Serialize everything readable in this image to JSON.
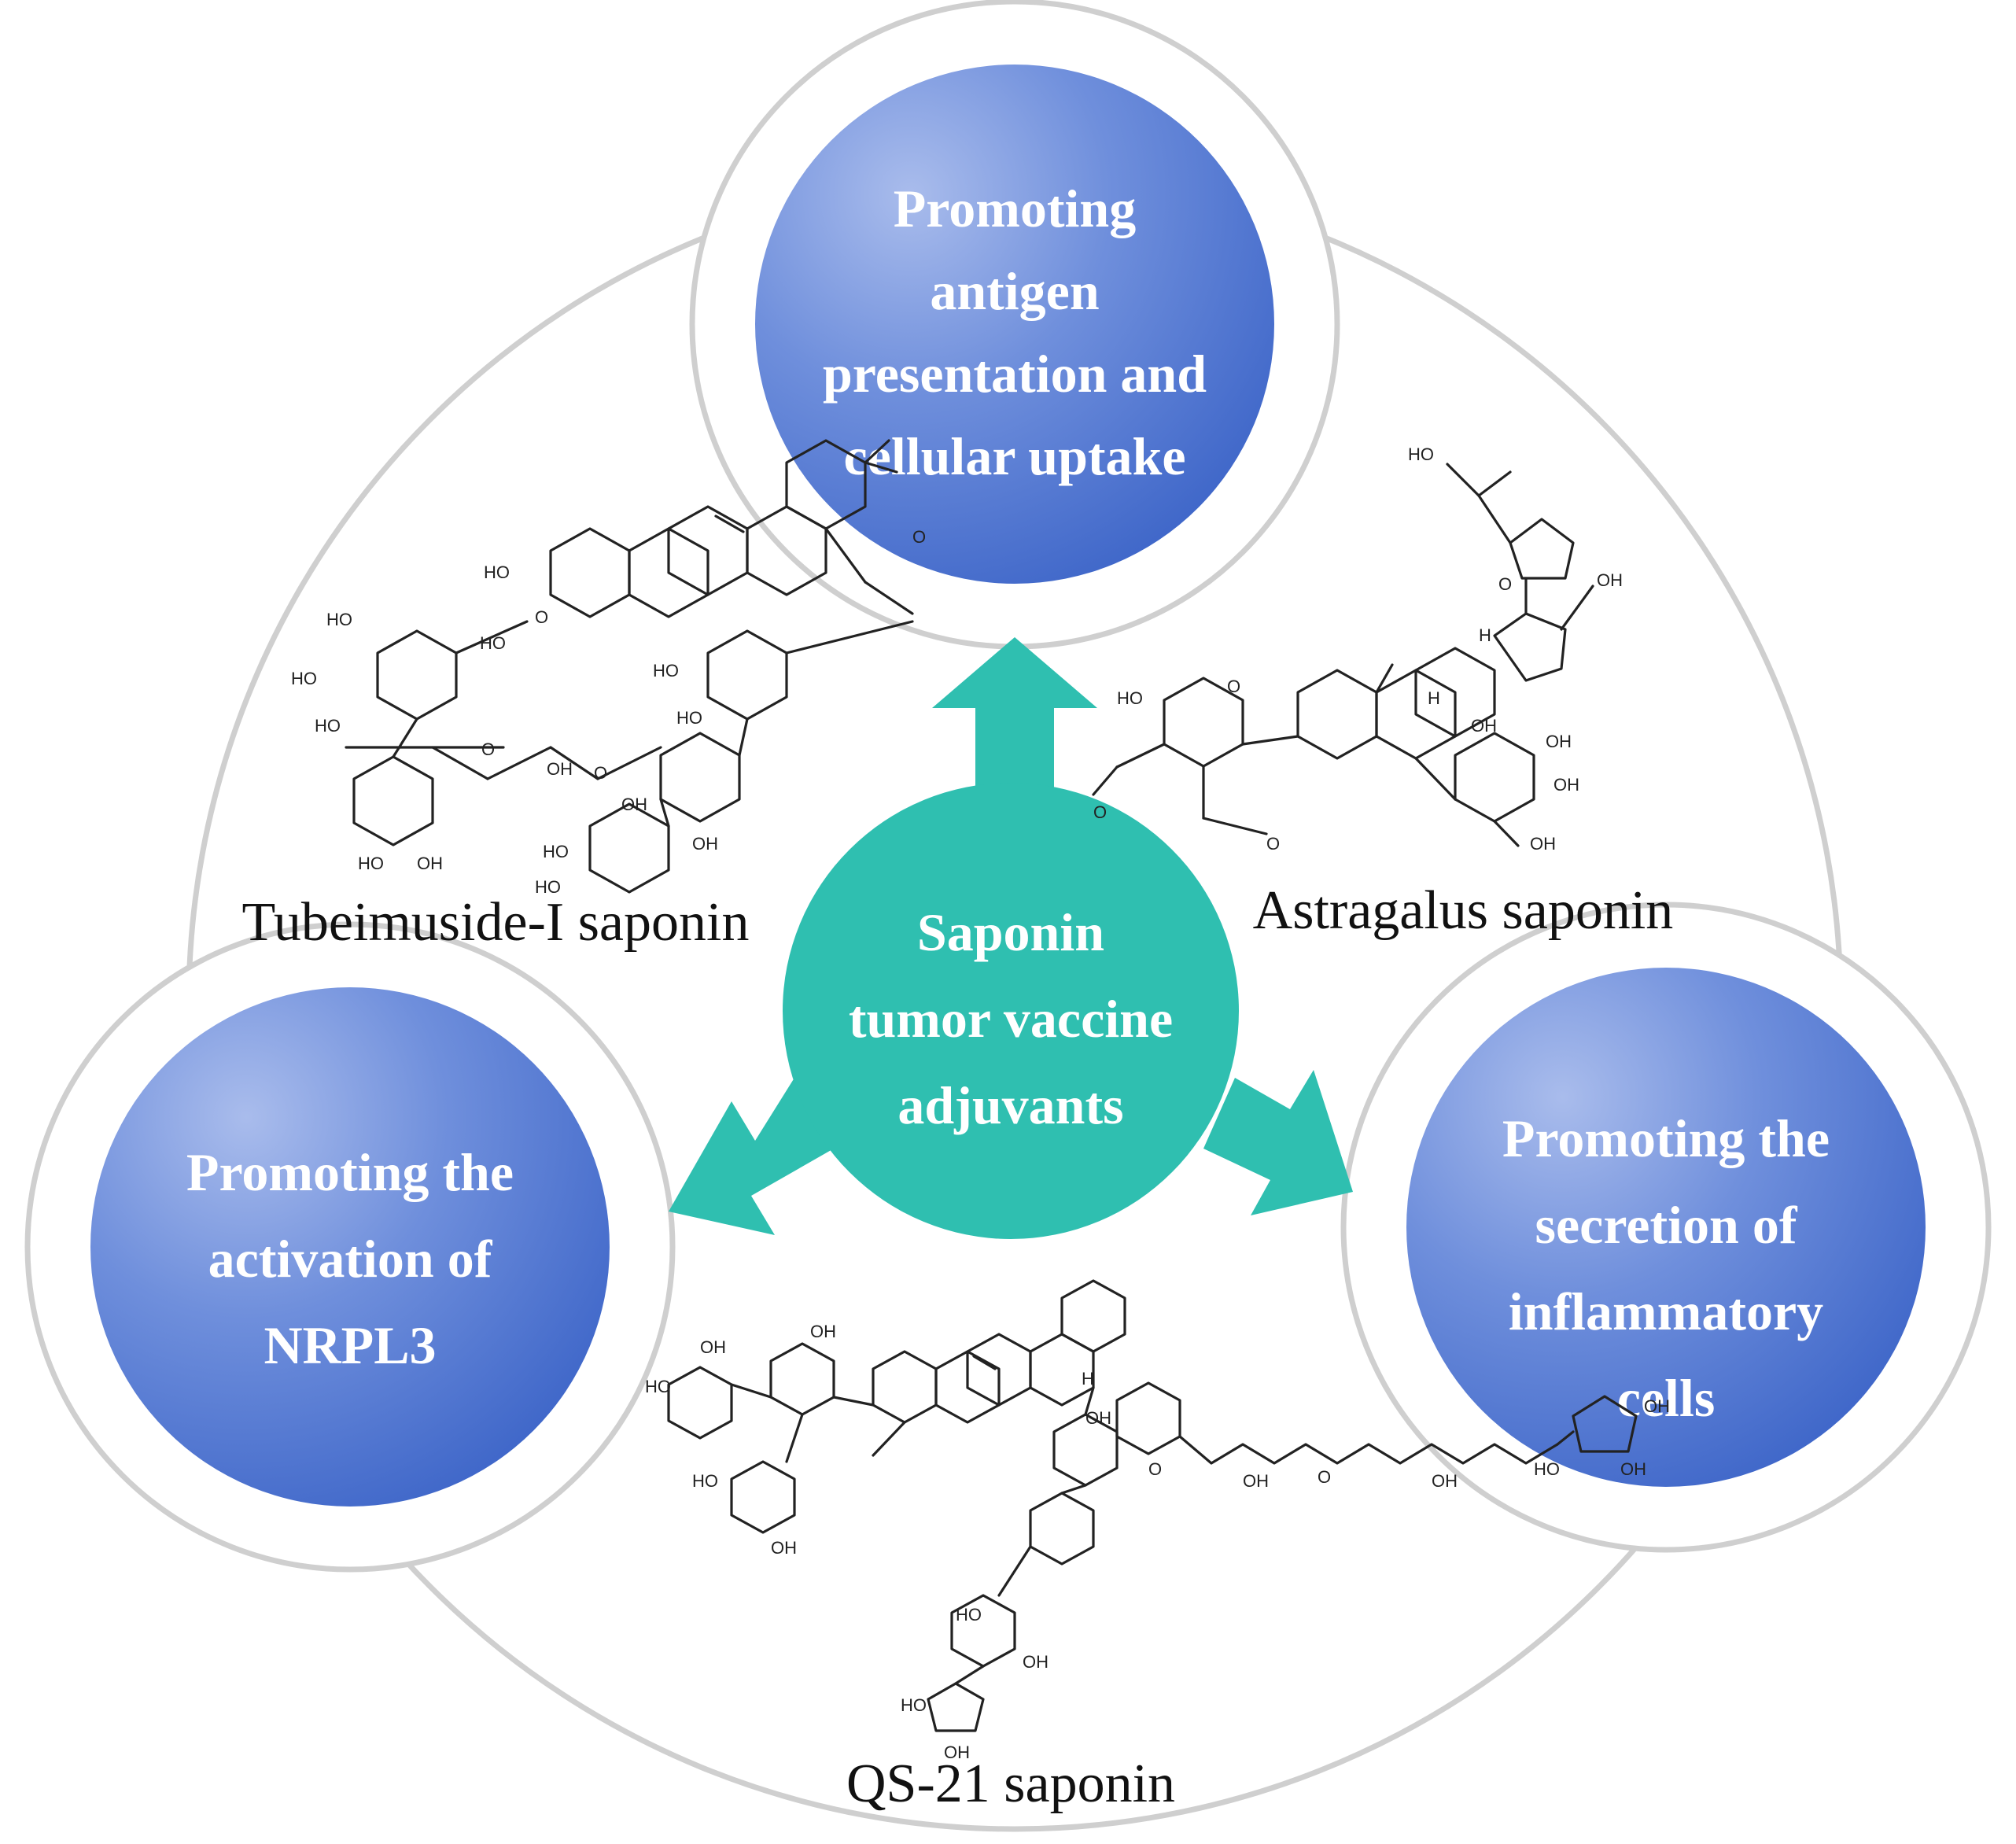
{
  "colors": {
    "outer_ring": "#cfcfcf",
    "bubble_gradient_light": "#8aa4e4",
    "bubble_gradient_dark": "#3e66c8",
    "center_fill": "#2fbfb0",
    "arrow_fill": "#2fbfb0",
    "text_on_bubble": "#ffffff",
    "label_text": "#111111"
  },
  "center": {
    "lines": [
      "Saponin",
      "tumor vaccine",
      "adjuvants"
    ]
  },
  "bubbles": {
    "top": {
      "lines": [
        "Promoting",
        "antigen",
        "presentation and",
        "cellular uptake"
      ]
    },
    "left": {
      "lines": [
        "Promoting the",
        "activation of",
        "NRPL3"
      ]
    },
    "right": {
      "lines": [
        "Promoting the",
        "secretion of",
        "inflammatory",
        "cells"
      ]
    }
  },
  "compounds": {
    "tubeimuside": {
      "label": "Tubeimuside-I saponin"
    },
    "astragalus": {
      "label": "Astragalus saponin"
    },
    "qs21": {
      "label": "QS-21 saponin"
    }
  },
  "structure_atom_labels": {
    "oh": "OH",
    "ho": "HO",
    "o": "O",
    "h": "H"
  },
  "icons": [
    "arrow-up-icon",
    "arrow-left-down-icon",
    "arrow-right-down-icon"
  ]
}
